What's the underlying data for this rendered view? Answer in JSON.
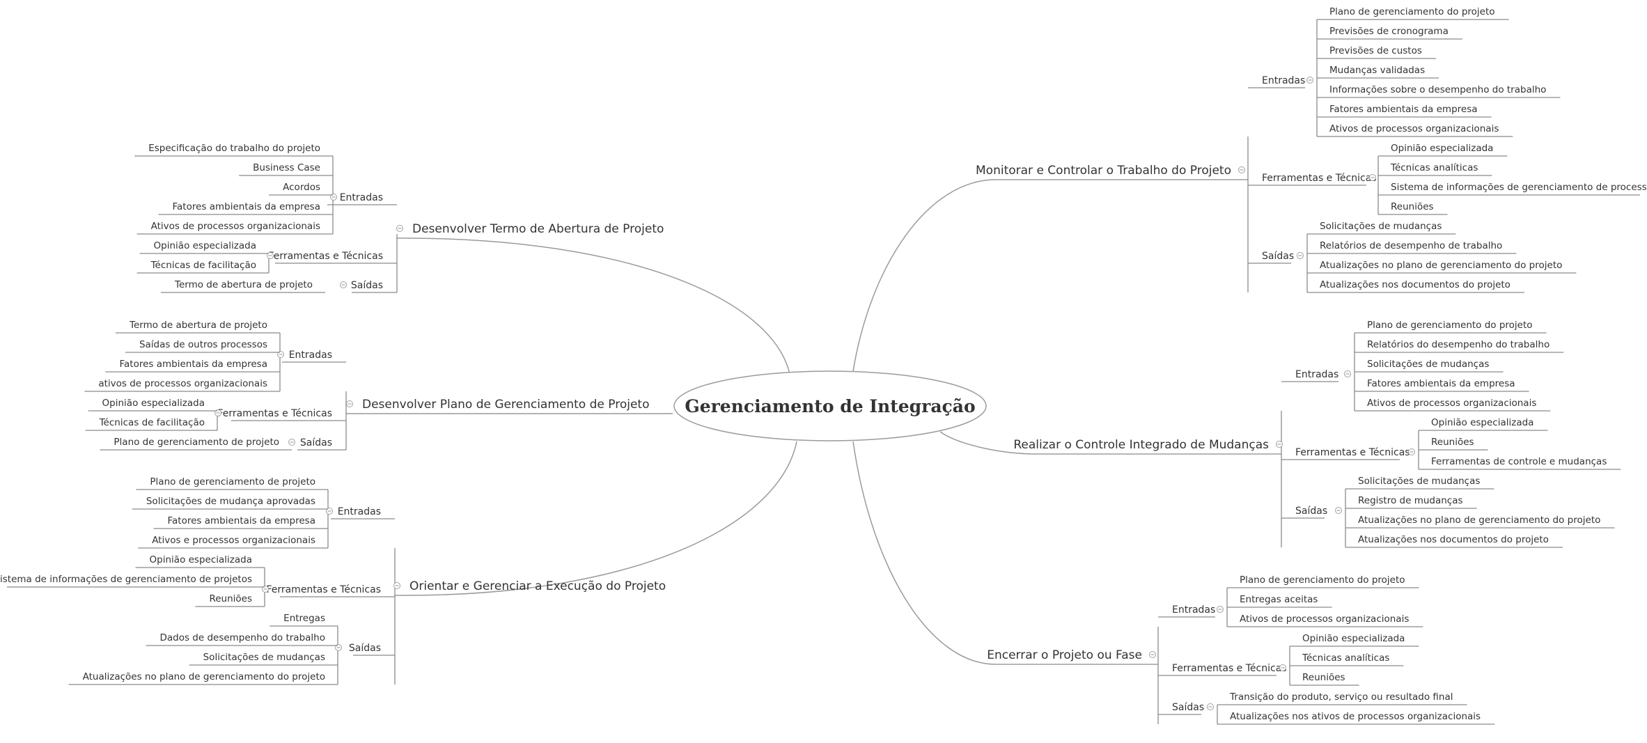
{
  "root": {
    "label": "Gerenciamento de Integração"
  },
  "branches": [
    {
      "id": "termo-abertura",
      "label": "Desenvolver Termo de Abertura de Projeto",
      "side": "left",
      "sections": [
        {
          "label": "Entradas",
          "items": [
            "Especificação do trabalho do projeto",
            "Business Case",
            "Acordos",
            "Fatores ambientais da empresa",
            "Ativos de processos organizacionais"
          ]
        },
        {
          "label": "Ferramentas e Técnicas",
          "items": [
            "Opinião especializada",
            "Técnicas de facilitação"
          ]
        },
        {
          "label": "Saídas",
          "items": [
            "Termo de abertura de projeto"
          ]
        }
      ]
    },
    {
      "id": "plano-gerenciamento",
      "label": "Desenvolver Plano de Gerenciamento de Projeto",
      "side": "left",
      "sections": [
        {
          "label": "Entradas",
          "items": [
            "Termo de abertura de projeto",
            "Saídas de outros processos",
            "Fatores ambientais da empresa",
            "ativos de processos organizacionais"
          ]
        },
        {
          "label": "Ferramentas e Técnicas",
          "items": [
            "Opinião especializada",
            "Técnicas de facilitação"
          ]
        },
        {
          "label": "Saídas",
          "items": [
            "Plano de gerenciamento de projeto"
          ]
        }
      ]
    },
    {
      "id": "orientar-gerenciar",
      "label": "Orientar e Gerenciar a Execução do Projeto",
      "side": "left",
      "sections": [
        {
          "label": "Entradas",
          "items": [
            "Plano de gerenciamento de projeto",
            "Solicitações de mudança aprovadas",
            "Fatores ambientais da empresa",
            "Ativos e processos organizacionais"
          ]
        },
        {
          "label": "Ferramentas e Técnicas",
          "items": [
            "Opinião especializada",
            "Sistema de informações de gerenciamento de projetos",
            "Reuniões"
          ]
        },
        {
          "label": "Saídas",
          "items": [
            "Entregas",
            "Dados de desempenho do trabalho",
            "Solicitações de mudanças",
            "Atualizações no plano de gerenciamento do projeto"
          ]
        }
      ]
    },
    {
      "id": "monitorar-controlar",
      "label": "Monitorar e Controlar o Trabalho do Projeto",
      "side": "right",
      "sections": [
        {
          "label": "Entradas",
          "items": [
            "Plano de gerenciamento do projeto",
            "Previsões de cronograma",
            "Previsões de custos",
            "Mudanças validadas",
            "Informações sobre o desempenho do trabalho",
            "Fatores ambientais da empresa",
            "Ativos de processos organizacionais"
          ]
        },
        {
          "label": "Ferramentas e Técnicas",
          "items": [
            "Opinião especializada",
            "Técnicas analíticas",
            "Sistema de informações de gerenciamento de processos",
            "Reuniões"
          ]
        },
        {
          "label": "Saídas",
          "items": [
            "Solicitações de mudanças",
            "Relatórios de desempenho de trabalho",
            "Atualizações no plano de gerenciamento do projeto",
            "Atualizações nos documentos do projeto"
          ]
        }
      ]
    },
    {
      "id": "controle-integrado",
      "label": "Realizar o Controle Integrado de Mudanças",
      "side": "right",
      "sections": [
        {
          "label": "Entradas",
          "items": [
            "Plano de gerenciamento do projeto",
            "Relatórios do desempenho do trabalho",
            "Solicitações de mudanças",
            "Fatores ambientais da empresa",
            "Ativos de processos organizacionais"
          ]
        },
        {
          "label": "Ferramentas e Técnicas",
          "items": [
            "Opinião especializada",
            "Reuniões",
            "Ferramentas de controle e mudanças"
          ]
        },
        {
          "label": "Saídas",
          "items": [
            "Solicitações de mudanças",
            "Registro de mudanças",
            "Atualizações no plano de gerenciamento do projeto",
            "Atualizações nos documentos do projeto"
          ]
        }
      ]
    },
    {
      "id": "encerrar",
      "label": "Encerrar o Projeto ou Fase",
      "side": "right",
      "sections": [
        {
          "label": "Entradas",
          "items": [
            "Plano de gerenciamento do projeto",
            "Entregas aceitas",
            "Ativos de processos organizacionais"
          ]
        },
        {
          "label": "Ferramentas e Técnicas",
          "items": [
            "Opinião especializada",
            "Técnicas analíticas",
            "Reuniões"
          ]
        },
        {
          "label": "Saídas",
          "items": [
            "Transição do produto, serviço ou resultado final",
            "Atualizações nos ativos de processos organizacionais"
          ]
        }
      ]
    }
  ]
}
